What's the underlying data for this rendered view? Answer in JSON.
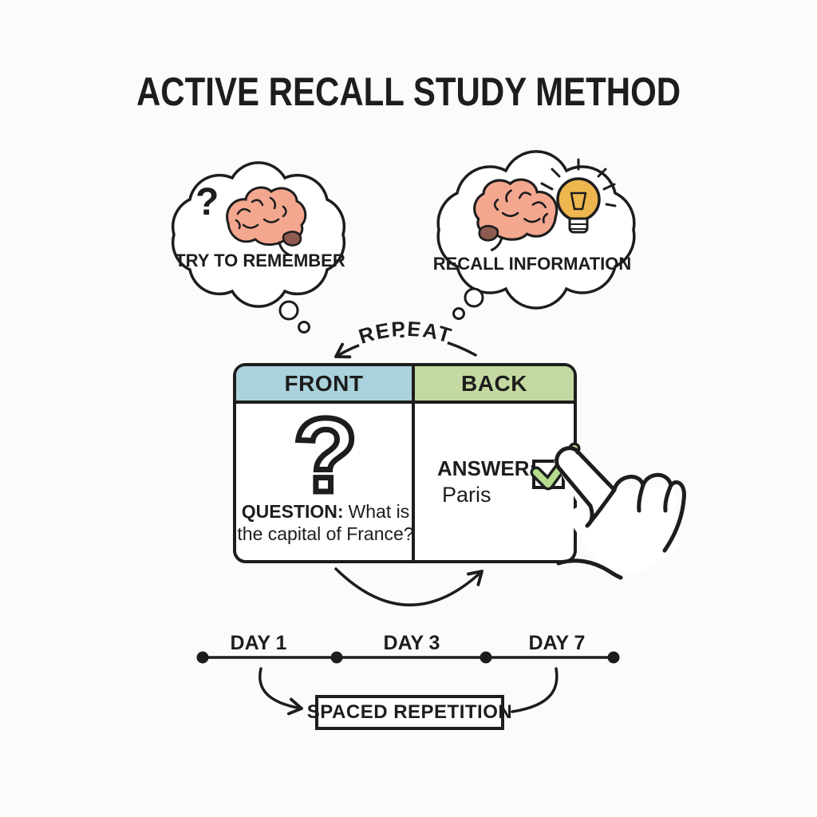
{
  "title": "ACTIVE RECALL STUDY METHOD",
  "thought_bubbles": {
    "left": {
      "label": "TRY TO REMEMBER",
      "icons": [
        "question-mark-icon",
        "brain-icon"
      ],
      "question_glyph": "?"
    },
    "right": {
      "label": "RECALL INFORMATION",
      "icons": [
        "brain-icon",
        "lightbulb-icon"
      ]
    }
  },
  "cycle": {
    "repeat_label": "REPEAT"
  },
  "flashcard": {
    "front": {
      "header": "FRONT",
      "placeholder_glyph": "?",
      "question_label": "QUESTION:",
      "question_text": "What is the capital of France?"
    },
    "back": {
      "header": "BACK",
      "answer_label": "ANSWER:",
      "answer_value": "Paris",
      "checkbox_state": "checked"
    }
  },
  "timeline": {
    "day_labels": [
      "DAY 1",
      "DAY 3",
      "DAY 7"
    ]
  },
  "spaced_repetition": {
    "label": "SPACED REPETITION"
  },
  "icons": [
    "brain-icon",
    "lightbulb-icon",
    "question-mark-icon",
    "checkmark-icon",
    "pointing-hand-icon",
    "thought-bubble",
    "arrow"
  ],
  "colors": {
    "background": "#fbfbf9",
    "ink": "#1d1d1d",
    "front_header": "#aad2dd",
    "back_header": "#c4d9a1",
    "brain_fill": "#f4a78f",
    "brain_stem": "#8e5b50",
    "bulb_fill": "#eeb64e",
    "checkmark_green": "#b7db8c"
  }
}
